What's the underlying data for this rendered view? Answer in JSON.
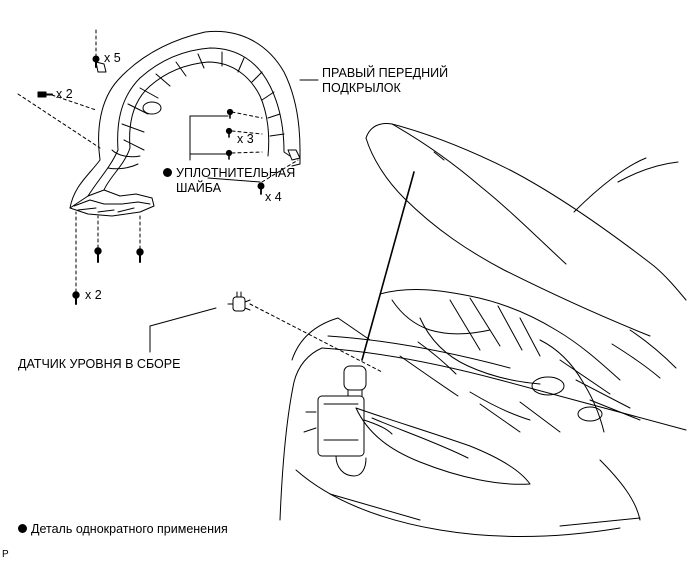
{
  "labels": {
    "liner_line1": "ПРАВЫЙ ПЕРЕДНИЙ",
    "liner_line2": "ПОДКРЫЛОК",
    "washer_line1": "УПЛОТНИТЕЛЬНАЯ",
    "washer_line2": "ШАЙБА",
    "sensor": "ДАТЧИК УРОВНЯ В СБОРЕ"
  },
  "quantities": {
    "top_screws": "x 5",
    "left_bolt": "x 2",
    "inner_clips": "x 3",
    "side_screws": "x 4",
    "bottom_bolts": "x 2"
  },
  "legend": {
    "text": "Деталь однократного применения",
    "marker": "black-dot"
  },
  "corner_code": "P",
  "colors": {
    "line": "#000000",
    "background": "#ffffff"
  }
}
